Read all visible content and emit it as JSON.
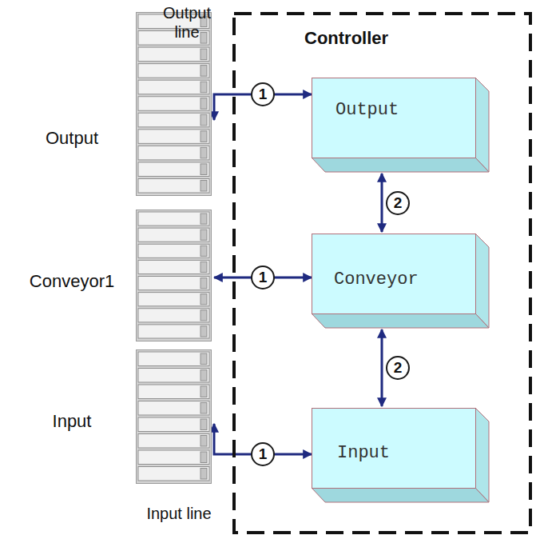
{
  "diagram": {
    "nodes": [
      {
        "text": [
          "Controller"
        ]
      },
      {
        "text": [
          "Output"
        ],
        "in": 0
      },
      {
        "text": [
          "Conveyor"
        ],
        "in": 0
      },
      {
        "text": [
          "Input"
        ],
        "in": 0
      },
      {
        "text": [
          "Output"
        ]
      },
      {
        "text": [
          "Conveyor1"
        ]
      },
      {
        "text": [
          "Input"
        ]
      }
    ],
    "edges": [
      {
        "from": 4,
        "to": 1,
        "arrow": "both",
        "label": "1"
      },
      {
        "from": 1,
        "to": 2,
        "arrow": "both",
        "label": "2"
      },
      {
        "from": 5,
        "to": 2,
        "arrow": "both",
        "label": "1"
      },
      {
        "from": 2,
        "to": 3,
        "arrow": "both",
        "label": "2"
      },
      {
        "from": 6,
        "to": 3,
        "arrow": "both",
        "label": "1"
      }
    ],
    "labels": [
      "Output line",
      "Input line"
    ]
  }
}
